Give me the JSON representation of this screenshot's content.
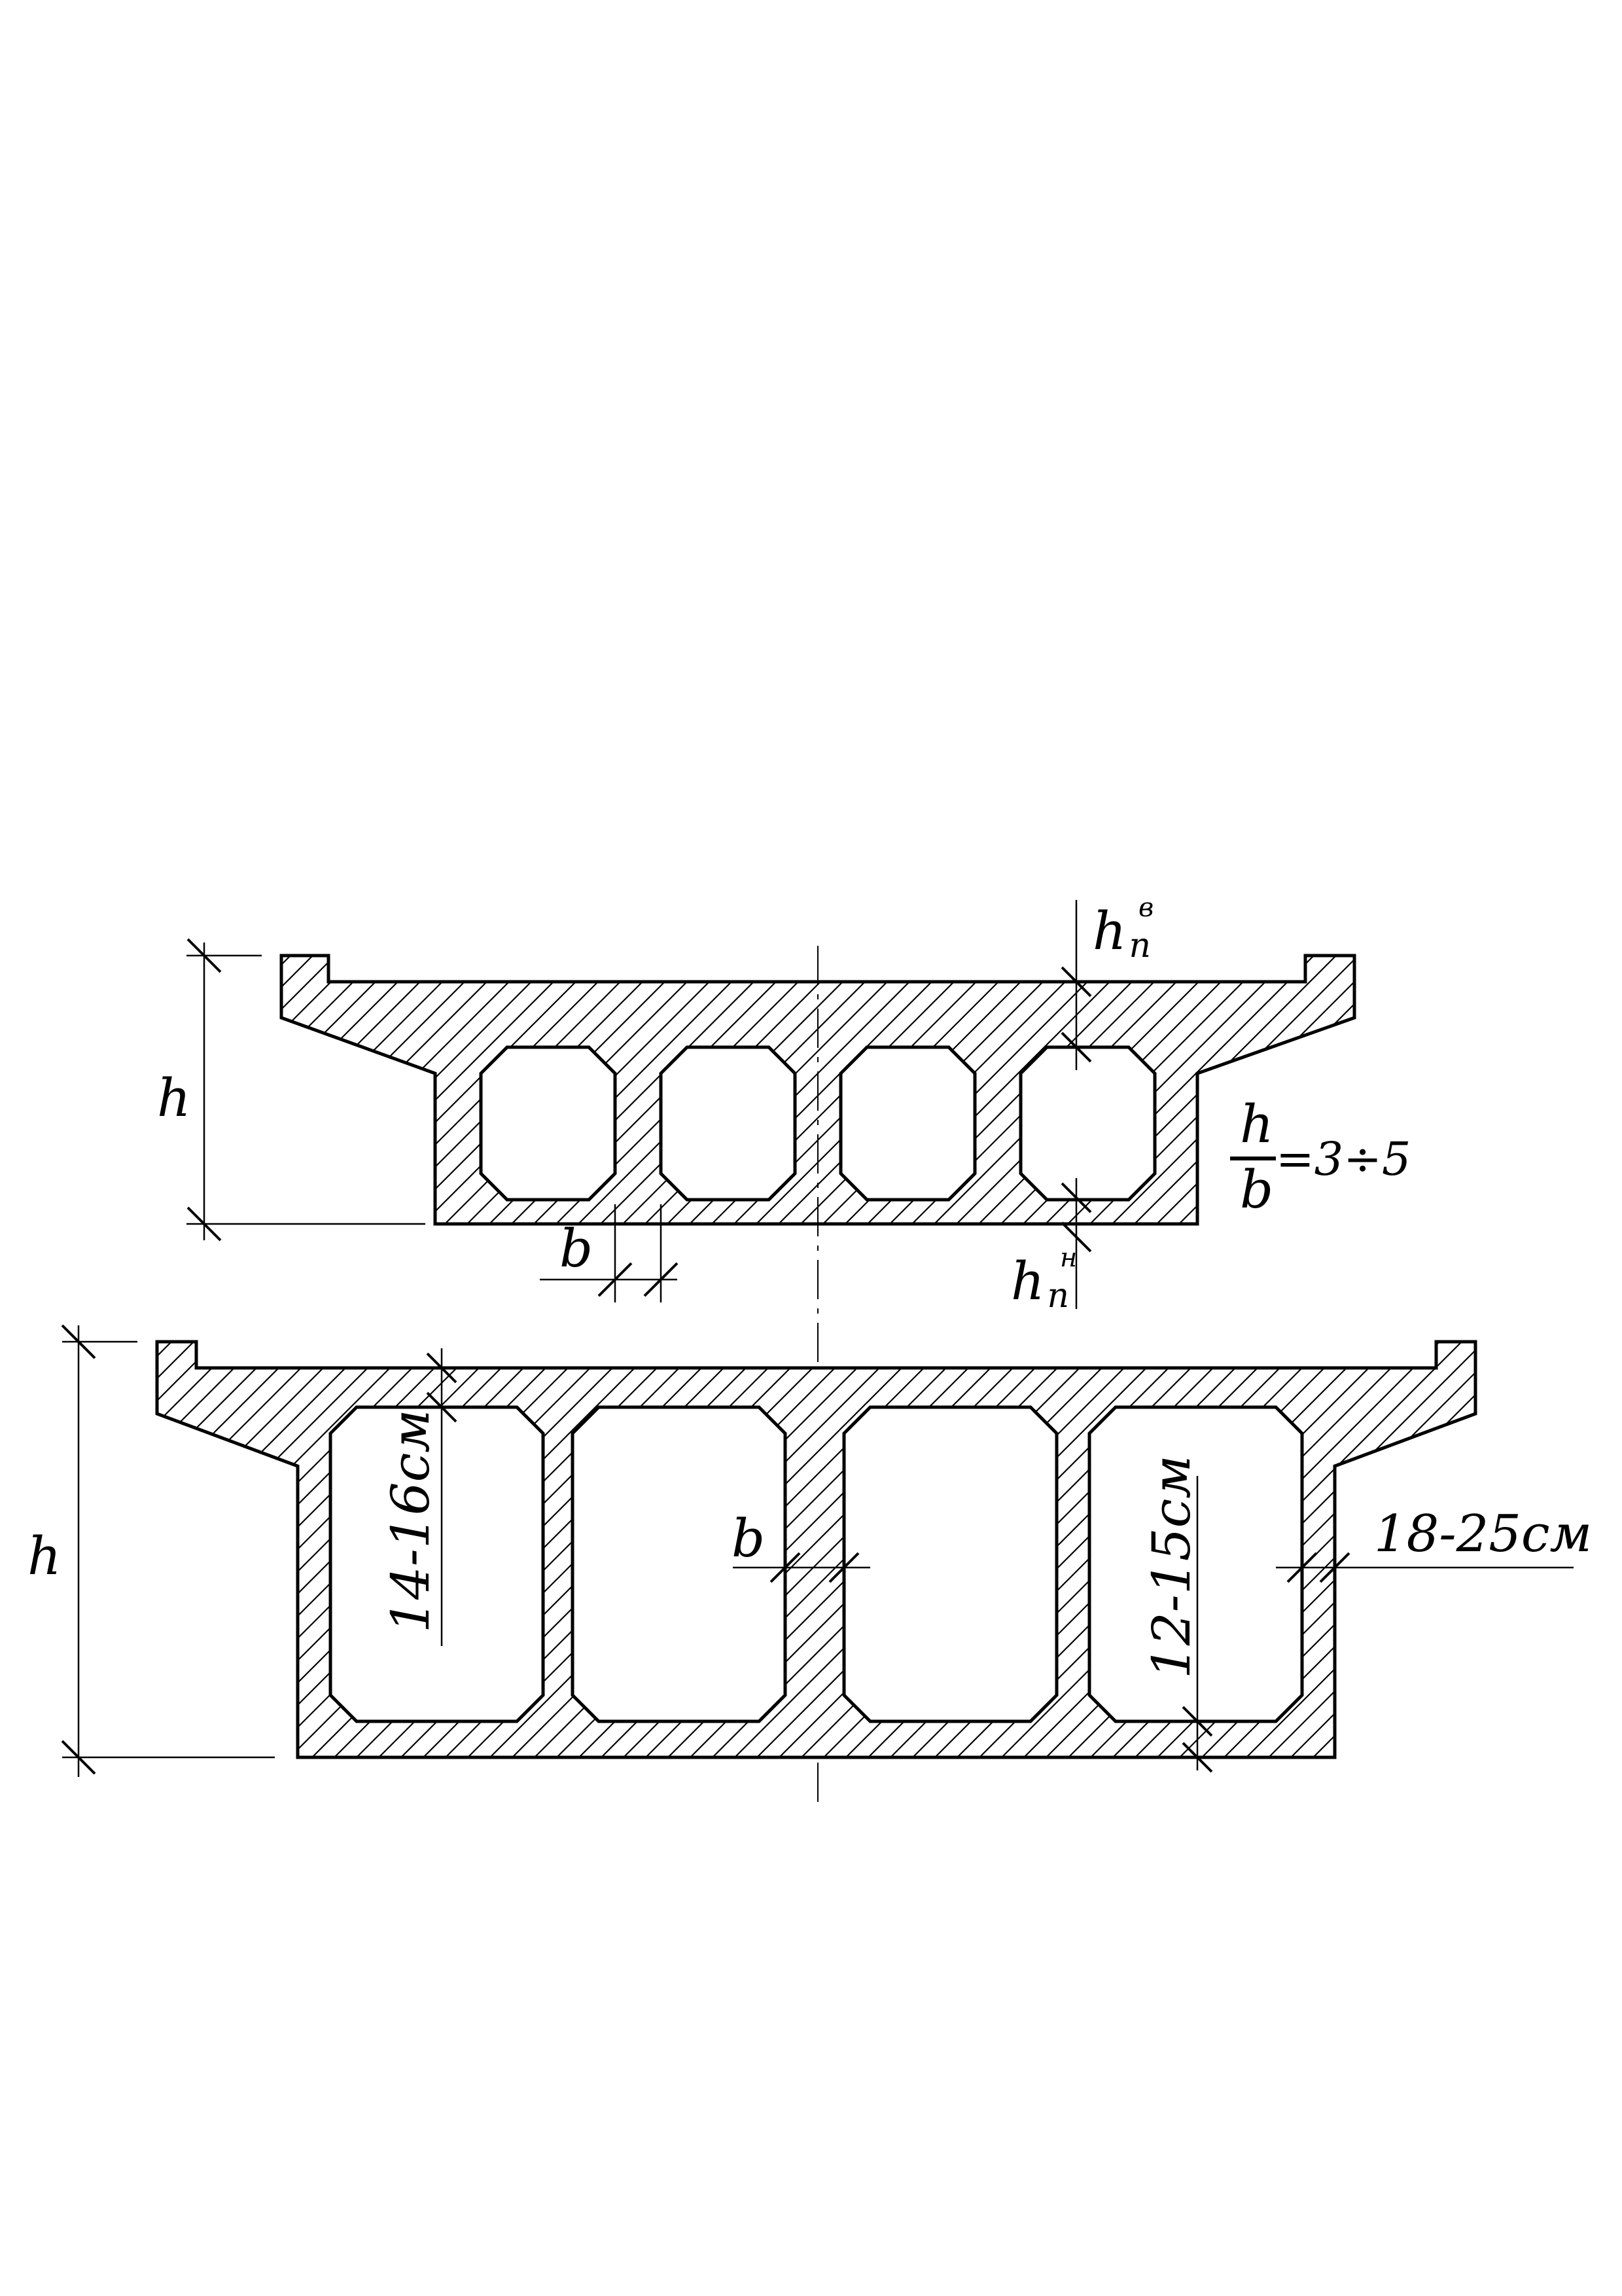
{
  "colors": {
    "ink": "#000000",
    "paper": "#ffffff"
  },
  "top_section": {
    "height_label": "h",
    "web_label": "b",
    "upper_slab": {
      "base": "h",
      "sub": "п",
      "sup": "в"
    },
    "lower_slab": {
      "base": "h",
      "sub": "п",
      "sup": "н"
    },
    "ratio": {
      "numerator": "h",
      "denominator": "b",
      "value": "=3÷5"
    }
  },
  "bottom_section": {
    "height_label": "h",
    "web_label": "b",
    "upper_slab_range": "14-16см",
    "lower_slab_range": "12-15см",
    "outer_wall_range": "18-25см"
  }
}
